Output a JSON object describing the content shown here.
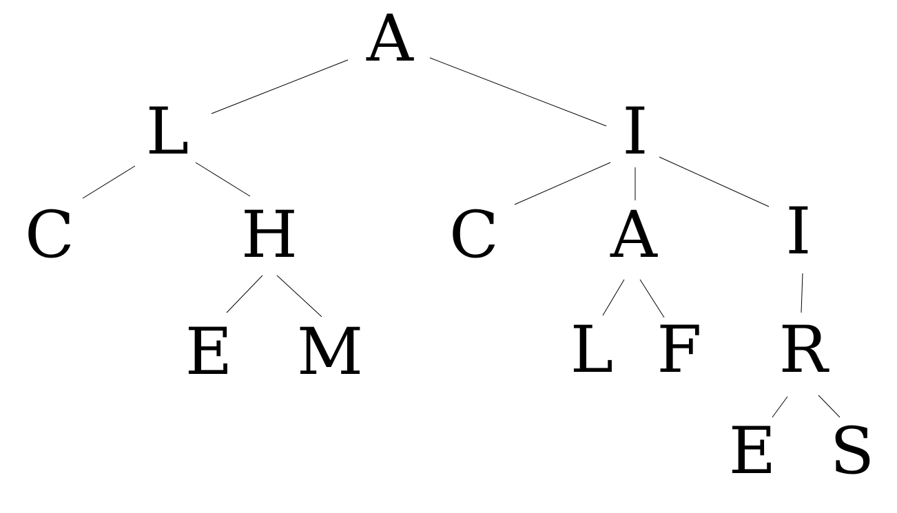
{
  "tree": {
    "nodes": {
      "n1": "A",
      "n2": "L",
      "n3": "I",
      "n4": "C",
      "n5": "H",
      "n6": "E",
      "n7": "M",
      "n8": "C",
      "n9": "A",
      "n10": "L",
      "n11": "F",
      "n12": "I",
      "n13": "R",
      "n14": "E",
      "n15": "S"
    },
    "edges": [
      [
        "n1",
        "n2"
      ],
      [
        "n1",
        "n3"
      ],
      [
        "n2",
        "n4"
      ],
      [
        "n2",
        "n5"
      ],
      [
        "n5",
        "n6"
      ],
      [
        "n5",
        "n7"
      ],
      [
        "n3",
        "n8"
      ],
      [
        "n3",
        "n9"
      ],
      [
        "n3",
        "n12"
      ],
      [
        "n9",
        "n10"
      ],
      [
        "n9",
        "n11"
      ],
      [
        "n12",
        "n13"
      ],
      [
        "n13",
        "n14"
      ],
      [
        "n13",
        "n15"
      ]
    ]
  }
}
